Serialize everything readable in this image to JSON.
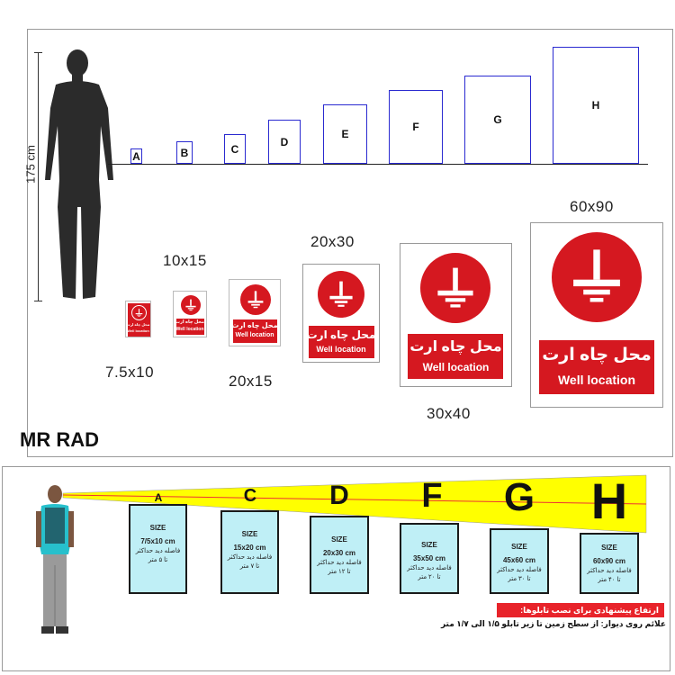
{
  "top": {
    "height_label": "175 cm",
    "scale_boxes": [
      "A",
      "B",
      "C",
      "D",
      "E",
      "F",
      "G",
      "H"
    ],
    "size_labels": {
      "s75x10": "7.5x10",
      "s10x15": "10x15",
      "s20x15": "20x15",
      "s20x30": "20x30",
      "s30x40": "30x40",
      "s60x90": "60x90"
    },
    "sign_fa": "محل چاه ارت",
    "sign_en": "Well location",
    "brand": "MR RAD"
  },
  "bottom": {
    "letters": [
      "A",
      "C",
      "D",
      "F",
      "G",
      "H"
    ],
    "cards": [
      {
        "size_title": "SIZE",
        "dims": "7/5x10 cm",
        "line1": "فاصله دید حداکثر",
        "line2": "تا ۵ متر"
      },
      {
        "size_title": "SIZE",
        "dims": "15x20 cm",
        "line1": "فاصله دید حداکثر",
        "line2": "تا ۷ متر"
      },
      {
        "size_title": "SIZE",
        "dims": "20x30 cm",
        "line1": "فاصله دید حداکثر",
        "line2": "تا ۱۲ متر"
      },
      {
        "size_title": "SIZE",
        "dims": "35x50 cm",
        "line1": "فاصله دید حداکثر",
        "line2": "تا ۲۰ متر"
      },
      {
        "size_title": "SIZE",
        "dims": "45x60 cm",
        "line1": "فاصله دید حداکثر",
        "line2": "تا ۳۰ متر"
      },
      {
        "size_title": "SIZE",
        "dims": "60x90 cm",
        "line1": "فاصله دید حداکثر",
        "line2": "تا ۴۰ متر"
      }
    ],
    "note_title": "ارتفاع پیشنهادی برای نصب تابلوها:",
    "note_text": "علائم روی دیوار: از سطح زمین تا زیر تابلو ۱/۵ الی ۱/۷ متر"
  },
  "colors": {
    "sign_red": "#d51820",
    "wedge_yellow": "#ffff00",
    "card_cyan": "#bfeff6",
    "scale_blue": "#2a2ad0"
  }
}
